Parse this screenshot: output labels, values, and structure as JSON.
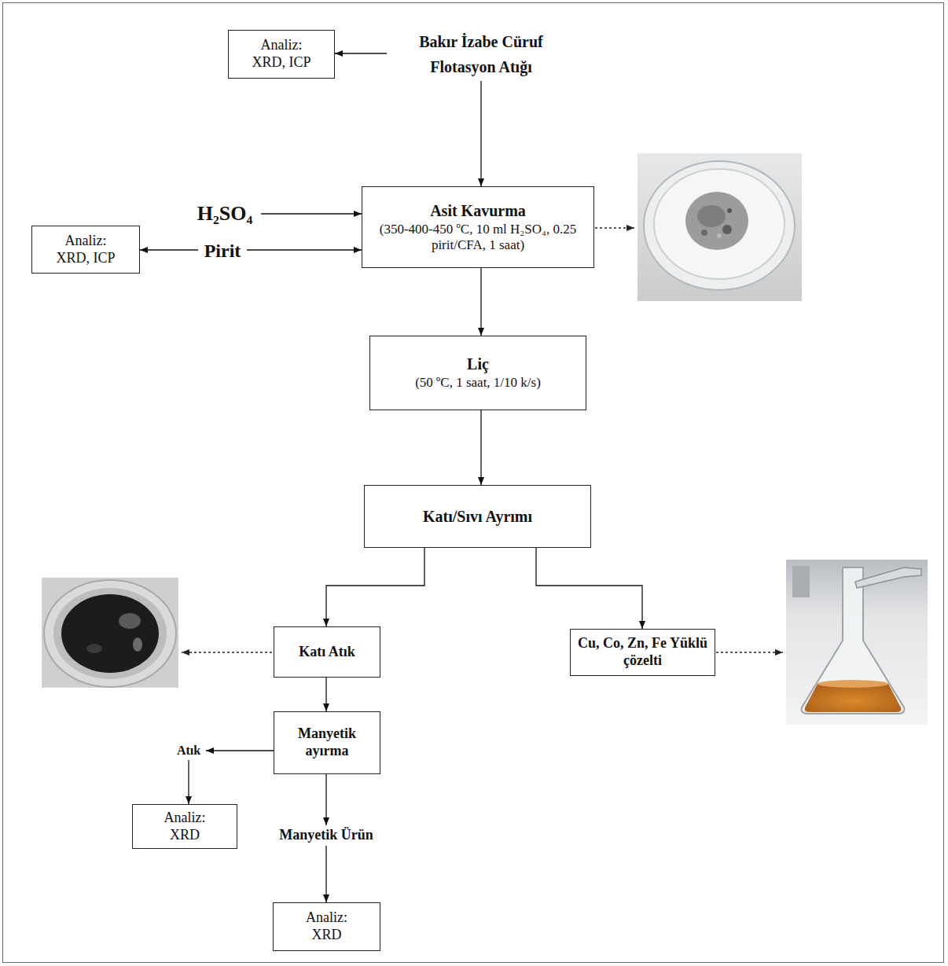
{
  "diagram": {
    "nodes": [
      {
        "text": [
          "Analiz: XRD, ICP"
        ]
      },
      {
        "text": [
          "Bakır İzabe Cüruf Flotasyon Atığı"
        ]
      },
      {
        "text": [
          "H₂SO₄"
        ]
      },
      {
        "text": [
          "Analiz: XRD, ICP"
        ]
      },
      {
        "text": [
          "Pirit"
        ]
      },
      {
        "text": [
          "Asit Kavurma",
          "(350-400-450 ºC, 10 ml H₂SO₄, 0.25 pirit/CFA, 1 saat)"
        ]
      },
      {
        "text": [
          "Liç",
          "(50 ºC, 1 saat, 1/10 k/s)"
        ]
      },
      {
        "text": [
          "Katı/Sıvı Ayrımı"
        ]
      },
      {
        "text": [
          "Katı Atık"
        ]
      },
      {
        "text": [
          "Cu, Co, Zn, Fe Yüklü çözelti"
        ]
      },
      {
        "text": [
          "Manyetik ayırma"
        ]
      },
      {
        "text": [
          "Atık"
        ]
      },
      {
        "text": [
          "Manyetik Ürün"
        ]
      },
      {
        "text": [
          "Analiz: XRD"
        ]
      },
      {
        "text": [
          "Analiz: XRD"
        ]
      }
    ],
    "edges": [
      {
        "from": 1,
        "to": 0,
        "arrow": "to"
      },
      {
        "from": 1,
        "to": 5,
        "arrow": "to"
      },
      {
        "from": 2,
        "to": 5,
        "arrow": "to"
      },
      {
        "from": 4,
        "to": 3,
        "arrow": "to"
      },
      {
        "from": 4,
        "to": 5,
        "arrow": "to"
      },
      {
        "from": 5,
        "to": 6,
        "arrow": "to"
      },
      {
        "from": 6,
        "to": 7,
        "arrow": "to"
      },
      {
        "from": 7,
        "to": 8,
        "arrow": "to"
      },
      {
        "from": 7,
        "to": 9,
        "arrow": "to"
      },
      {
        "from": 8,
        "to": 10,
        "arrow": "to"
      },
      {
        "from": 10,
        "to": 11,
        "arrow": "to"
      },
      {
        "from": 11,
        "to": 13,
        "arrow": "to"
      },
      {
        "from": 10,
        "to": 12,
        "arrow": "to"
      },
      {
        "from": 12,
        "to": 14,
        "arrow": "to"
      }
    ]
  }
}
